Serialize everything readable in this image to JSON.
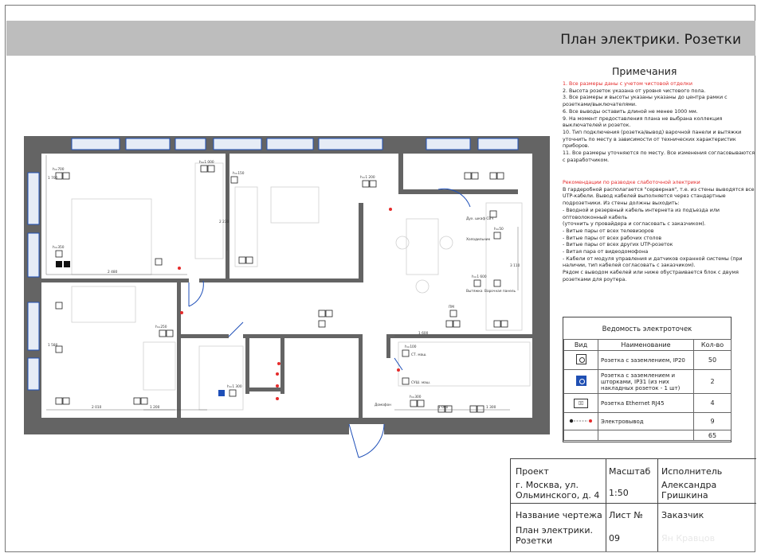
{
  "header": {
    "title": "План электрики. Розетки"
  },
  "notes": {
    "title": "Примечания",
    "items": [
      {
        "text": "1. Все размеры даны с учетом чистовой отделки",
        "red": true
      },
      {
        "text": "2. Высота розеток указана от уровня чистового пола.",
        "red": false
      },
      {
        "text": "3. Все размеры и высоты указаны указаны до центра рамки с розетками/выключателями.",
        "red": false
      },
      {
        "text": "6. Все выводы оставить длиной не менее 1000 мм.",
        "red": false
      },
      {
        "text": "9. На момент предоставления плана не выбрана коллекция выключателей и розеток.",
        "red": false
      },
      {
        "text": "10. Тип подключения (розетка/вывод) варочной панели и вытяжки уточнить по месту в зависимости от технических характеристик приборов.",
        "red": false
      },
      {
        "text": "11. Все размеры уточняются по месту. Все изменения согласовываются с разработчиком.",
        "red": false
      }
    ]
  },
  "recommendations": {
    "title": "Рекомендации по разводке слаботочной электрики",
    "lines": [
      "В гардеробной располагается \"серверная\", т.е. из стены выводятся все UTP-кабели. Вывод кабелей выполняется через стандартные подрозетники. Из стены должны выходить:",
      "- Вводной и резервный кабель интернета из подъезда или оптоволоконный кабель",
      "(уточнить у провайдера и согласовать с заказчиком).",
      "- Витые пары от всех телевизоров",
      "- Витые пары от всех рабочих столов",
      "- Витые пары от всех других UTP-розеток",
      "- Витая пара от видеодомофона",
      "- Кабели от модуля управления и датчиков охранной системы (при наличии, тип кабелей согласовать с заказчиком).",
      "Рядом с выводом кабелей или ниже обустраивается блок с двумя розетками для роутера."
    ]
  },
  "legend": {
    "title": "Ведомость электроточек",
    "headers": [
      "Вид",
      "Наименование",
      "Кол-во"
    ],
    "rows": [
      {
        "icon": "socket-icon",
        "name": "Розетка с заземлением, IP20",
        "qty": "50"
      },
      {
        "icon": "socket-blue-icon",
        "name": "Розетка с заземлением и шторками, IP31 (из них накладных розеток - 1 шт)",
        "qty": "2"
      },
      {
        "icon": "ethernet-icon",
        "name": "Розетка Ethernet RJ45",
        "qty": "4"
      },
      {
        "icon": "wire-outlet-icon",
        "name": "Электровывод",
        "qty": "9"
      }
    ],
    "total": "65"
  },
  "stamp": {
    "project_label": "Проект",
    "project_value": "г. Москва, ул. Ольминского, д. 4",
    "scale_label": "Масштаб",
    "scale_value": "1:50",
    "author_label": "Исполнитель",
    "author_value": "Александра Гришкина",
    "drawing_label": "Название чертежа",
    "drawing_value": "План электрики. Розетки",
    "sheet_label": "Лист №",
    "sheet_value": "09",
    "client_label": "Заказчик",
    "client_value": "Ян Кравцов"
  },
  "plan": {
    "dims": [
      "2 480",
      "2 010",
      "1 200",
      "1 600",
      "1 000",
      "1 300",
      "3 110",
      "2 230",
      "1 700",
      "1 580"
    ],
    "heights": [
      "h=700",
      "h=350",
      "h=1 000",
      "h=150",
      "h=1 200",
      "h=250",
      "h=50",
      "h=1 600",
      "h=100",
      "h=300",
      "h=1 300"
    ],
    "labels": [
      "Дух. шкаф СВЧ",
      "Холодильник",
      "Вытяжка",
      "Варочная панель",
      "ПМ",
      "СТ. маш.",
      "СУШ. маш.",
      "Домофон"
    ]
  },
  "colors": {
    "wall": "#646464",
    "accent_blue": "#1e4fb8",
    "note_red": "#e52b2b",
    "titlebar": "#bdbdbd"
  }
}
